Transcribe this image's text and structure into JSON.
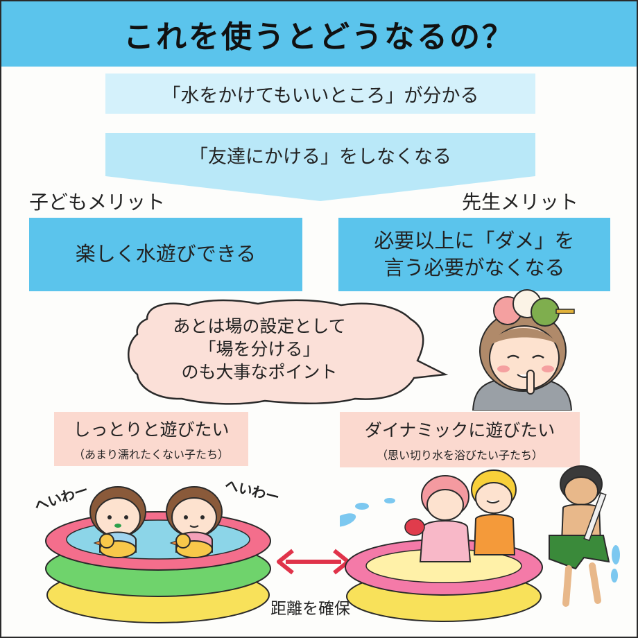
{
  "title": "これを使うとどうなるの？",
  "flow": [
    "「水をかけてもいいところ」が分かる",
    "「友達にかける」をしなくなる"
  ],
  "merits": {
    "child": {
      "label": "子どもメリット",
      "text": "楽しく水遊びできる"
    },
    "teacher": {
      "label": "先生メリット",
      "line1": "必要以上に「ダメ」を",
      "line2": "言う必要がなくなる"
    }
  },
  "speech": {
    "line1": "あとは場の設定として",
    "line2": "「場を分ける」",
    "line3": "のも大事なポイント"
  },
  "play_styles": {
    "calm": {
      "main": "しっとりと遊びたい",
      "sub": "（あまり濡れたくない子たち）"
    },
    "dynamic": {
      "main": "ダイナミックに遊びたい",
      "sub": "（思い切り水を浴びたい子たち）"
    }
  },
  "sfx": {
    "left": "へいわー",
    "right": "へいわー"
  },
  "distance_label": "距離を確保",
  "colors": {
    "title_bg": "#5bc4ec",
    "flow_light": "#d4f1fb",
    "flow_mid": "#b9e8f8",
    "merit_bg": "#5bc4ec",
    "bubble_bg": "#fbe0d8",
    "style_bg": "#fbd9cf",
    "arrow_red": "#e0334a"
  }
}
